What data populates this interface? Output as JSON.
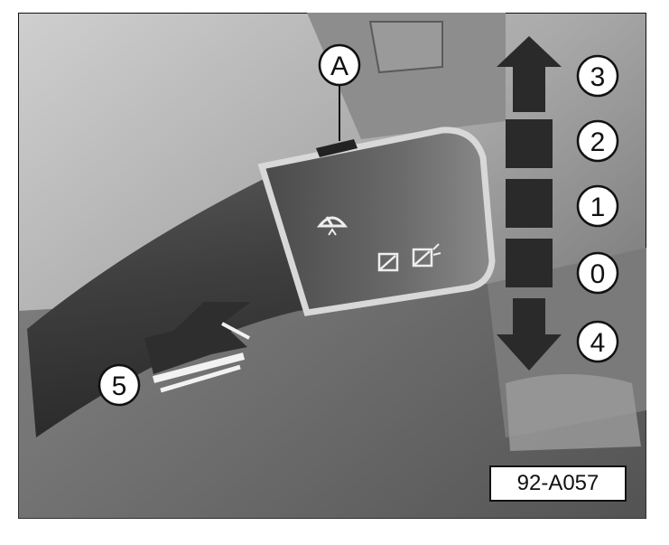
{
  "figure": {
    "callouts": {
      "A": "A",
      "p3": "3",
      "p2": "2",
      "p1": "1",
      "p0": "0",
      "p4": "4",
      "p5": "5"
    },
    "reference": "92-A057",
    "icons": [
      "windshield-wiper-icon",
      "rear-wiper-icon",
      "rear-wiper-washer-icon"
    ],
    "colors": {
      "background": "#ffffff",
      "frame": "#111111",
      "photo_dark": "#3a3a3a",
      "photo_light": "#b8b8b8"
    }
  }
}
